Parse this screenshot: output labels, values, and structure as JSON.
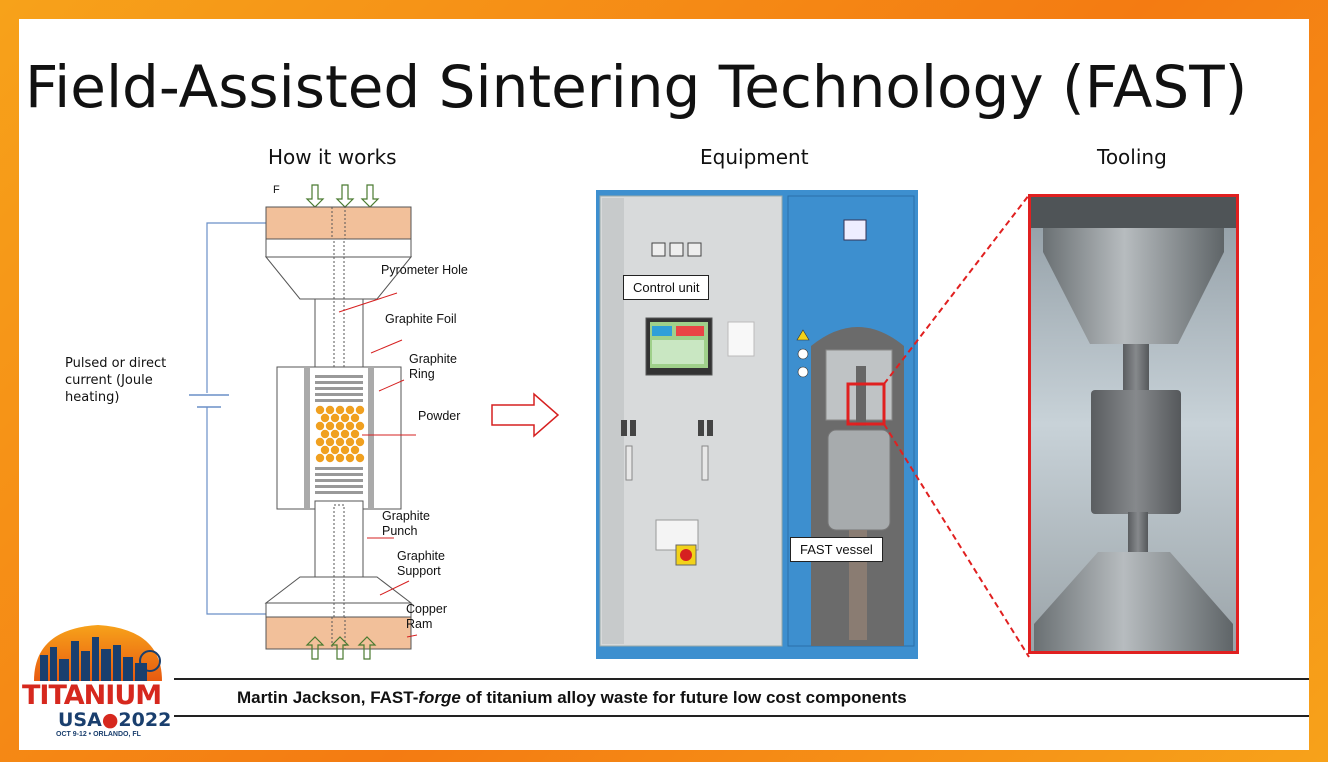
{
  "slide": {
    "title": "Field-Assisted Sintering Technology (FAST)",
    "sections": {
      "how_it_works": "How it works",
      "equipment": "Equipment",
      "tooling": "Tooling"
    },
    "diagram": {
      "force_label": "F",
      "side_note": [
        "Pulsed or direct",
        "current (Joule",
        "heating)"
      ],
      "labels": {
        "pyrometer_hole": "Pyrometer Hole",
        "graphite_foil": "Graphite Foil",
        "graphite_ring": [
          "Graphite",
          "Ring"
        ],
        "powder": "Powder",
        "graphite_punch": [
          "Graphite",
          "Punch"
        ],
        "graphite_support": [
          "Graphite",
          "Support"
        ],
        "copper_ram": [
          "Copper",
          "Ram"
        ]
      }
    },
    "equipment": {
      "control_unit": "Control unit",
      "fast_vessel": "FAST vessel"
    },
    "footer": {
      "author": "Martin Jackson, FAST-",
      "italic": "forge",
      "rest": " of titanium alloy waste for future low cost components",
      "logo": {
        "name": "TITANIUM",
        "usa": "USA",
        "year": "2022",
        "dates": "OCT 9-12 • ORLANDO, FL"
      }
    },
    "colors": {
      "orange_frame": "#f47b12",
      "copper": "#f2c09a",
      "powder": "#f0a020",
      "arrow_red": "#d62020",
      "machine_blue": "#3d8fcf"
    }
  }
}
